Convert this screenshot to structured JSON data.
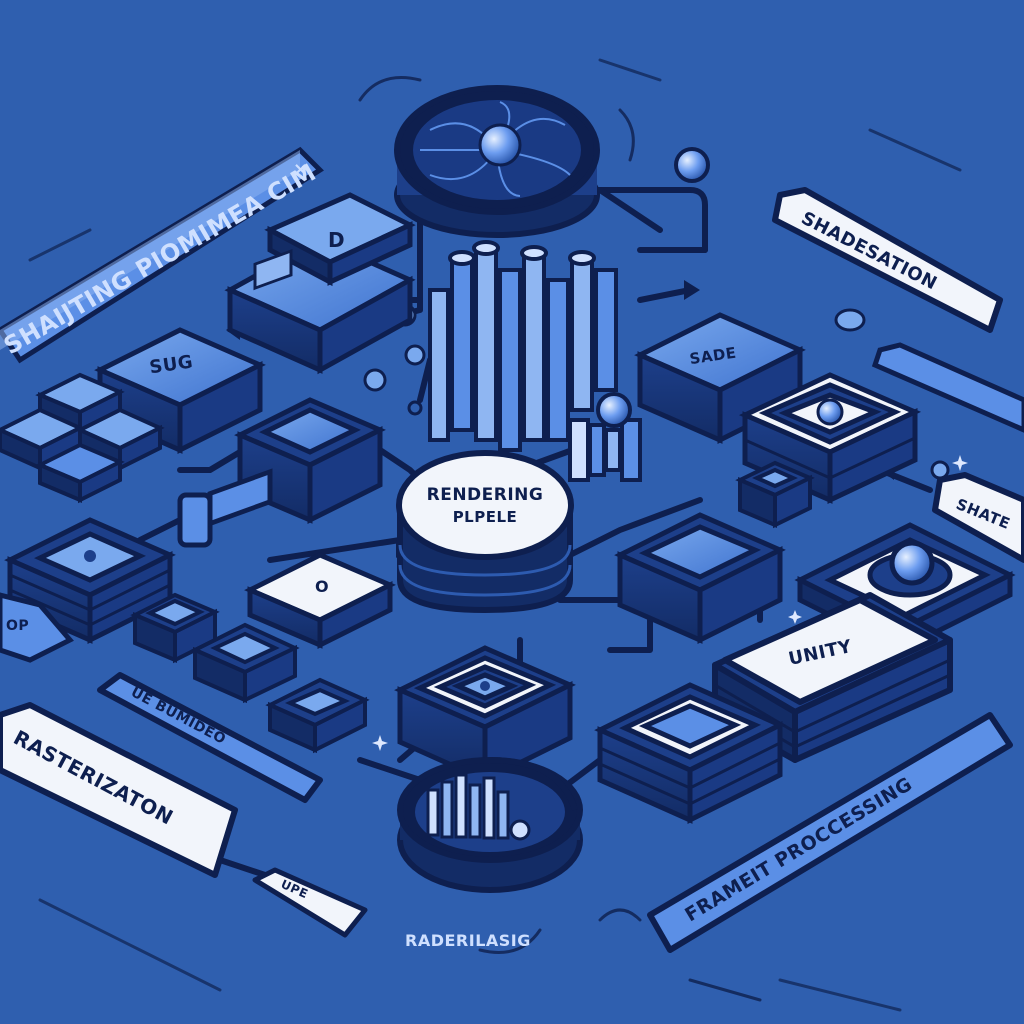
{
  "labels": {
    "top_left_banner": "SHAIJTING PIOMIMEA CIM",
    "top_left_close": "×",
    "top_block_letter": "D",
    "left_block_label": "SUG",
    "right_top_tag": "SHADESATION",
    "right_block_label": "SADE",
    "center_core": [
      "RENDERING",
      "PLPELE"
    ],
    "right_tag": "SHATE",
    "left_small_tag": "OP",
    "center_small_block": "O",
    "unity_panel": "UNITY",
    "left_pill": "UE BUMIDEO",
    "raster_tag": "RASTERIZATON",
    "bottom_small_tag": "UPE",
    "bottom_caption": "RADERILASIG",
    "frame_banner": "FRAMEIT PROCCESSING"
  },
  "colors": {
    "background": "#2f5faf",
    "navy": "#0e1f4f",
    "panel": "#f2f5fb",
    "accent": "#5b8fe6",
    "accent_light": "#8fb6f2"
  },
  "icons": [
    "fan-icon",
    "sphere-icon",
    "bar-cluster-icon",
    "radar-icon",
    "eye-icon",
    "arrow-icon"
  ]
}
